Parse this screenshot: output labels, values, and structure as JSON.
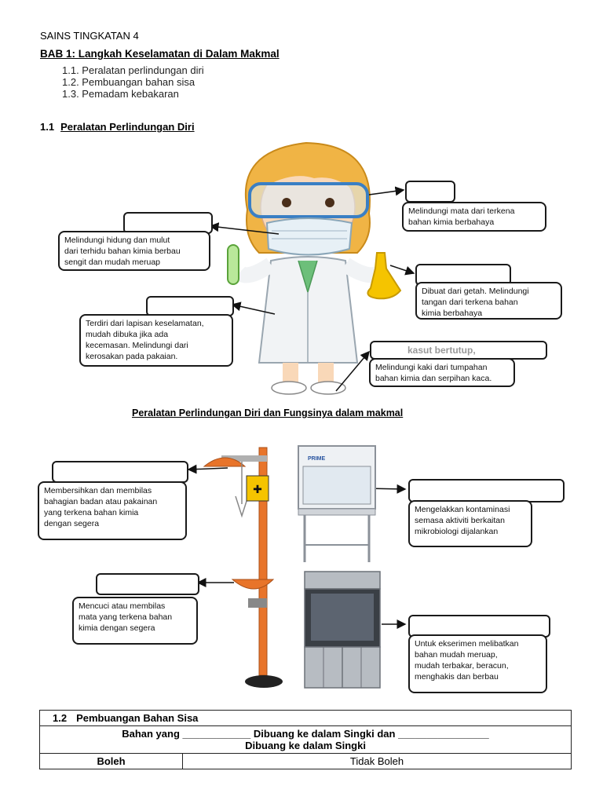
{
  "header": {
    "course": "SAINS TINGKATAN 4",
    "chapter": "BAB 1: Langkah Keselamatan di Dalam Makmal"
  },
  "toc": [
    "1.1. Peralatan perlindungan diri",
    "1.2. Pembuangan bahan sisa",
    "1.3. Pemadam kebakaran"
  ],
  "section_1_1": {
    "number": "1.1",
    "title": "Peralatan Perlindungan Diri"
  },
  "ppe": {
    "goggles": [
      "Melindungi mata dari terkena",
      "bahan kimia berbahaya"
    ],
    "mask": [
      "Melindungi hidung dan mulut",
      "dari terhidu bahan kimia berbau",
      "sengit dan mudah meruap"
    ],
    "gloves": [
      "Dibuat dari getah. Melindungi",
      "tangan dari terkena bahan",
      "kimia berbahaya"
    ],
    "coat": [
      "Terdiri dari lapisan keselamatan,",
      "mudah dibuka jika ada",
      "kecemasan. Melindungi dari",
      "kerosakan pada pakaian."
    ],
    "shoes_label_partial": "kasut bertutup,",
    "shoes": [
      "Melindungi kaki dari tumpahan",
      "bahan kimia dan serpihan kaca."
    ]
  },
  "subtitle": "Peralatan Perlindungan Diri dan Fungsinya dalam makmal",
  "lab": {
    "shower": [
      "Membersihkan dan membilas",
      "bahagian badan atau pakainan",
      "yang terkena bahan kimia",
      "dengan segera"
    ],
    "eyewash": [
      "Mencuci atau membilas",
      "mata yang terkena bahan",
      "kimia dengan segera"
    ],
    "cabinet_brand": "PRIME",
    "biosafety": [
      "Mengelakkan kontaminasi",
      "semasa aktiviti berkaitan",
      "mikrobiologi dijalankan"
    ],
    "fumehood": [
      "Untuk ekserimen melibatkan",
      "bahan mudah meruap,",
      "mudah terbakar, beracun,",
      "menghakis dan berbau"
    ]
  },
  "waste": {
    "number": "1.2",
    "title": "Pembuangan Bahan Sisa",
    "line1": "Bahan yang ____________ Dibuang ke dalam Singki dan ________________",
    "line2": "Dibuang ke dalam Singki",
    "col_can": "Boleh",
    "col_cannot": "Tidak Boleh"
  },
  "colors": {
    "shower_orange": "#e8742a",
    "hair": "#f0b445",
    "goggle_frame": "#3a7fc4",
    "sign_yellow": "#f5c400"
  }
}
